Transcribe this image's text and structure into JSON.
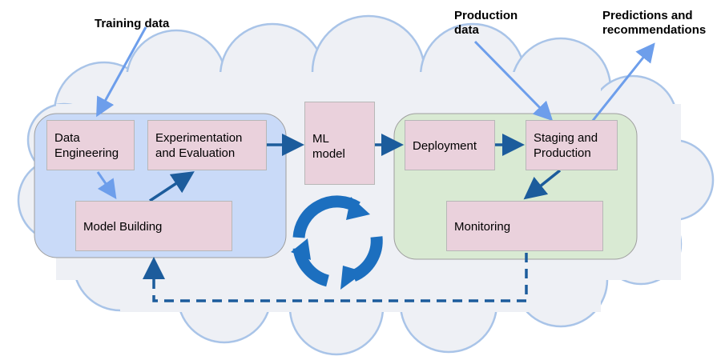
{
  "labels": {
    "training_data": "Training data",
    "production_data": "Production data",
    "predictions": "Predictions and recommendations"
  },
  "boxes": {
    "data_engineering": "Data Engineering",
    "experimentation": "Experimentation and Evaluation",
    "model_building": "Model Building",
    "ml_model": "ML model",
    "deployment": "Deployment",
    "staging": "Staging and Production",
    "monitoring": "Monitoring"
  },
  "colors": {
    "cloud_fill": "#eef0f5",
    "cloud_stroke": "#a9c4e8",
    "dev_zone": "#c9daf8",
    "prod_zone": "#d9ead3",
    "box_fill": "#ead1dc",
    "dark_arrow": "#1c5c9c",
    "light_arrow": "#6d9eeb"
  },
  "icons": {
    "cycle": "refresh-cycle-icon"
  }
}
